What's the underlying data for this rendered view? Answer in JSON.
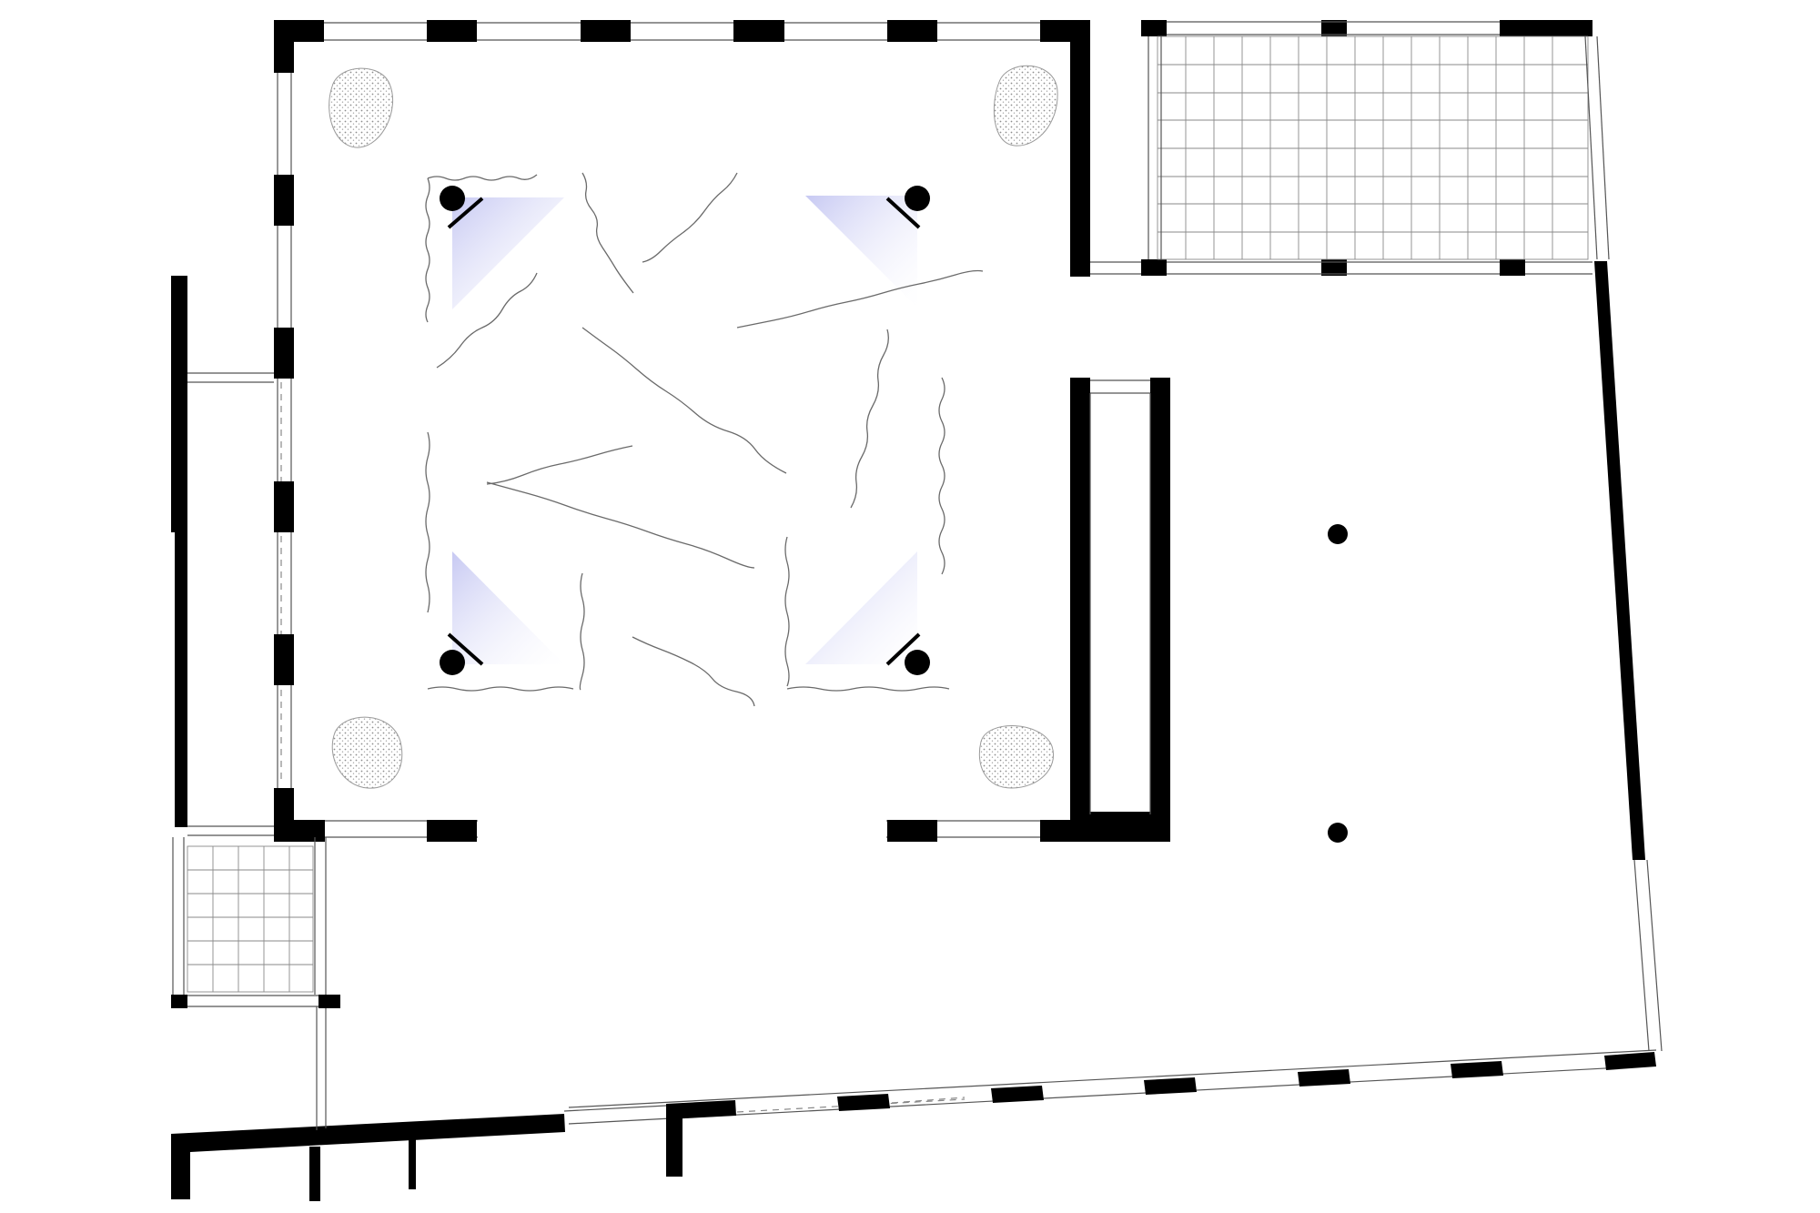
{
  "drawing": {
    "kind": "architectural-floor-plan",
    "labels": [],
    "colors": {
      "wall": "#000000",
      "line": "#555555",
      "glass_tint": "#c9ccf4",
      "stone_texture": "#9a9a9a",
      "background": "#ffffff"
    },
    "elements": {
      "pavilion": "square-pavilion-with-glazed-walls",
      "corner_columns": 4,
      "corner_glass_panels": 4,
      "stone_planters": 4,
      "free_standing_columns": 2,
      "tiled_areas": 2,
      "inner_partition": "long-rectangular-partition"
    },
    "icons": [
      "column-dot-icon",
      "stone-texture-icon",
      "glass-panel-icon"
    ]
  }
}
